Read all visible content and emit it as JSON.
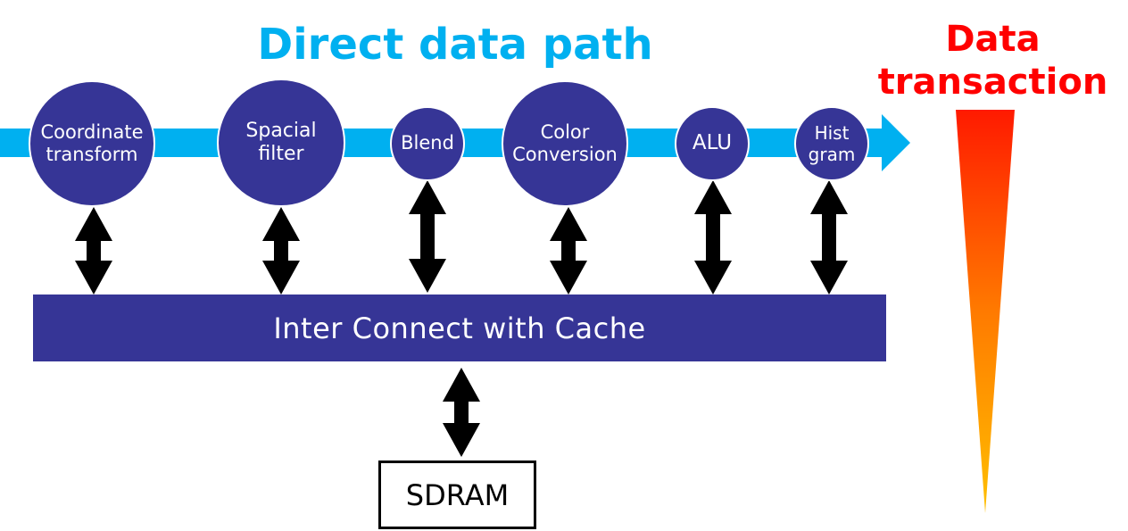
{
  "titles": {
    "direct_data_path": "Direct data path",
    "data_transaction_line1": "Data",
    "data_transaction_line2": "transaction"
  },
  "pipeline_nodes": [
    {
      "id": "coordinate-transform",
      "lines": [
        "Coordinate",
        "transform"
      ]
    },
    {
      "id": "spacial-filter",
      "lines": [
        "Spacial",
        "filter"
      ]
    },
    {
      "id": "blend",
      "lines": [
        "Blend"
      ]
    },
    {
      "id": "color-conversion",
      "lines": [
        "Color",
        "Conversion"
      ]
    },
    {
      "id": "alu",
      "lines": [
        "ALU"
      ]
    },
    {
      "id": "histogram",
      "lines": [
        "Hist",
        "gram"
      ]
    }
  ],
  "interconnect": {
    "label": "Inter Connect with Cache"
  },
  "memory": {
    "label": "SDRAM"
  },
  "colors": {
    "node_fill": "#363596",
    "pipeline_arrow": "#00B0F0",
    "direct_title": "#00B0F0",
    "transaction_title": "#FF0000",
    "gradient_top": "#FF1A00",
    "gradient_bottom": "#FFC000",
    "connector_arrow": "#000000"
  }
}
